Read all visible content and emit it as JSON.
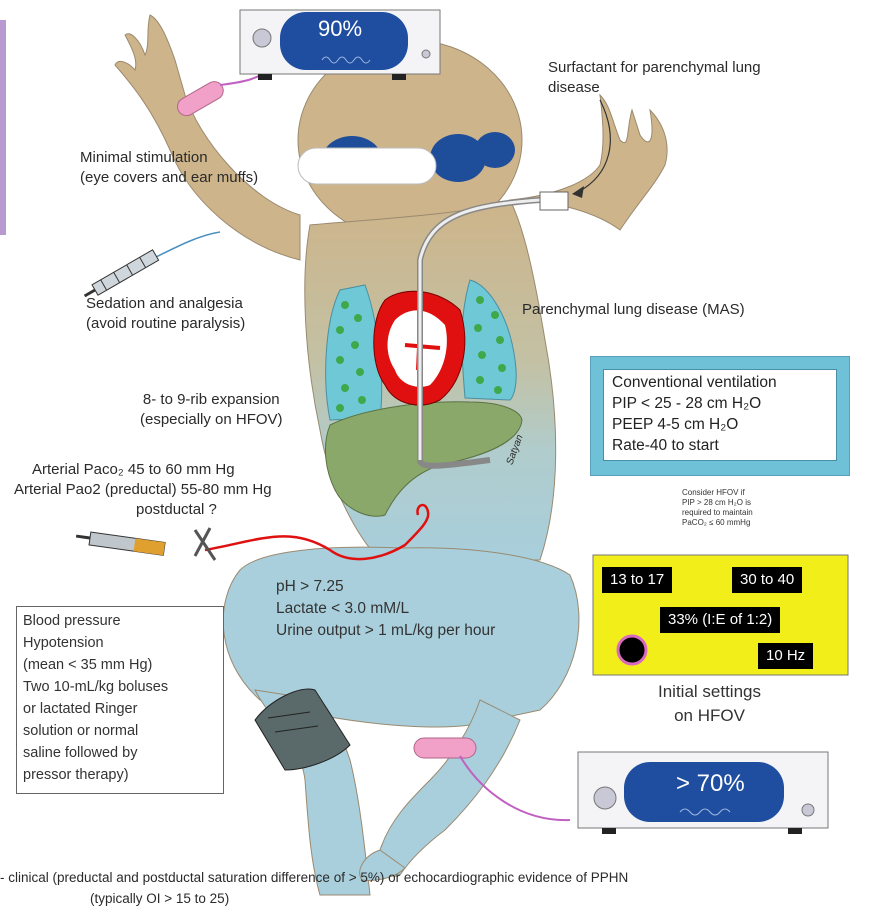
{
  "monitor_top": {
    "reading": "90%"
  },
  "monitor_bottom": {
    "reading": "> 70%"
  },
  "labels": {
    "surfactant": [
      "Surfactant for parenchymal lung",
      "disease"
    ],
    "stimulation": [
      "Minimal stimulation",
      "(eye covers and ear muffs)"
    ],
    "sedation": [
      "Sedation and analgesia",
      "(avoid routine paralysis)"
    ],
    "lung_disease": "Parenchymal lung disease (MAS)",
    "rib": [
      "8- to 9-rib expansion",
      "(especially on HFOV)"
    ],
    "arterial": [
      "Arterial Paco₂ 45 to 60 mm Hg",
      "Arterial Pao2 (preductal) 55-80 mm  Hg",
      "postductal ?"
    ],
    "metabolic": [
      "pH > 7.25",
      "Lactate < 3.0 mM/L",
      "Urine output > 1 mL/kg per hour"
    ],
    "liver_sig": "Satyan",
    "hfov_caption": [
      "Initial settings",
      "on HFOV"
    ],
    "bottom": [
      "- clinical (preductal and postductal  saturation difference of > 5%) or echocardiographic evidence of PPHN",
      "(typically OI > 15 to 25)"
    ]
  },
  "conventional": {
    "lines": [
      "Conventional ventilation",
      "PIP < 25 - 28 cm H₂O",
      "PEEP 4-5 cm H₂O",
      "Rate-40 to start"
    ]
  },
  "consider_note": [
    "Consider HFOV if",
    "PIP > 28 cm H₂O is",
    "required to maintain",
    "PaCO₂ ≤ 60 mmHg"
  ],
  "hfov_settings": {
    "amplitude": "13 to 17",
    "map": "30 to 40",
    "ratio": "33% (I:E of 1:2)",
    "frequency": "10 Hz"
  },
  "blood_pressure": {
    "lines": [
      "Blood pressure",
      "Hypotension",
      "(mean < 35 mm Hg)",
      "Two 10-mL/kg boluses",
      "or lactated Ringer",
      "solution or normal",
      "saline followed by",
      "pressor therapy)"
    ]
  },
  "colors": {
    "skin_top": "#cdb48a",
    "skin_bottom": "#a9cfdc",
    "lung": "#6fc8d6",
    "liver": "#8aa86a",
    "heart": "#e01010",
    "eye_cover": "#1e4d9a",
    "panel_yellow": "#f2ee1a",
    "frame_blue": "#6fc1d8",
    "monitor_display": "#1f4ea0",
    "band_pink": "#f1a0c8"
  }
}
